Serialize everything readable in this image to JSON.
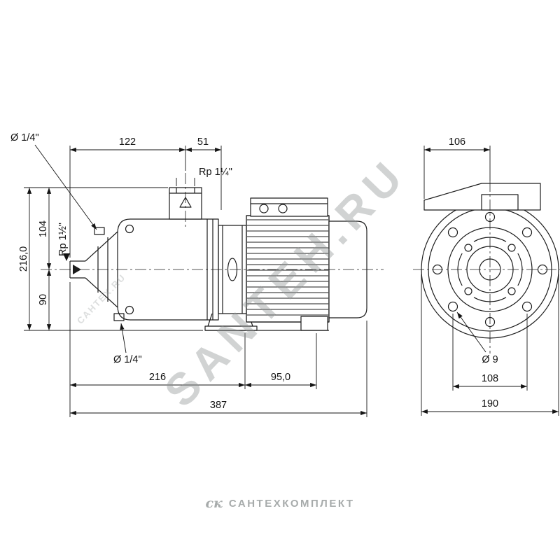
{
  "watermarks": {
    "diagonal_main": "SANTEH.RU",
    "diagonal_small": "САНТЕХ.RU",
    "footer_logo": "ск",
    "footer_brand": "САНТЕХКОМПЛЕКТ"
  },
  "drawing": {
    "line_color": "#1c1c1c",
    "side_view": {
      "dimensions": {
        "width_122": "122",
        "width_51": "51",
        "port_fill": "Ø 1/4\"",
        "port_discharge": "Rp 1¼\"",
        "port_suction": "Rp 1½\"",
        "height_total": "216,0",
        "height_104": "104",
        "height_90": "90",
        "port_drain": "Ø 1/4\"",
        "length_216": "216",
        "length_95": "95,0",
        "length_total": "387"
      }
    },
    "front_view": {
      "dimensions": {
        "width_106": "106",
        "hole_diameter": "Ø 9",
        "hole_spacing": "108",
        "width_total": "190"
      }
    }
  }
}
